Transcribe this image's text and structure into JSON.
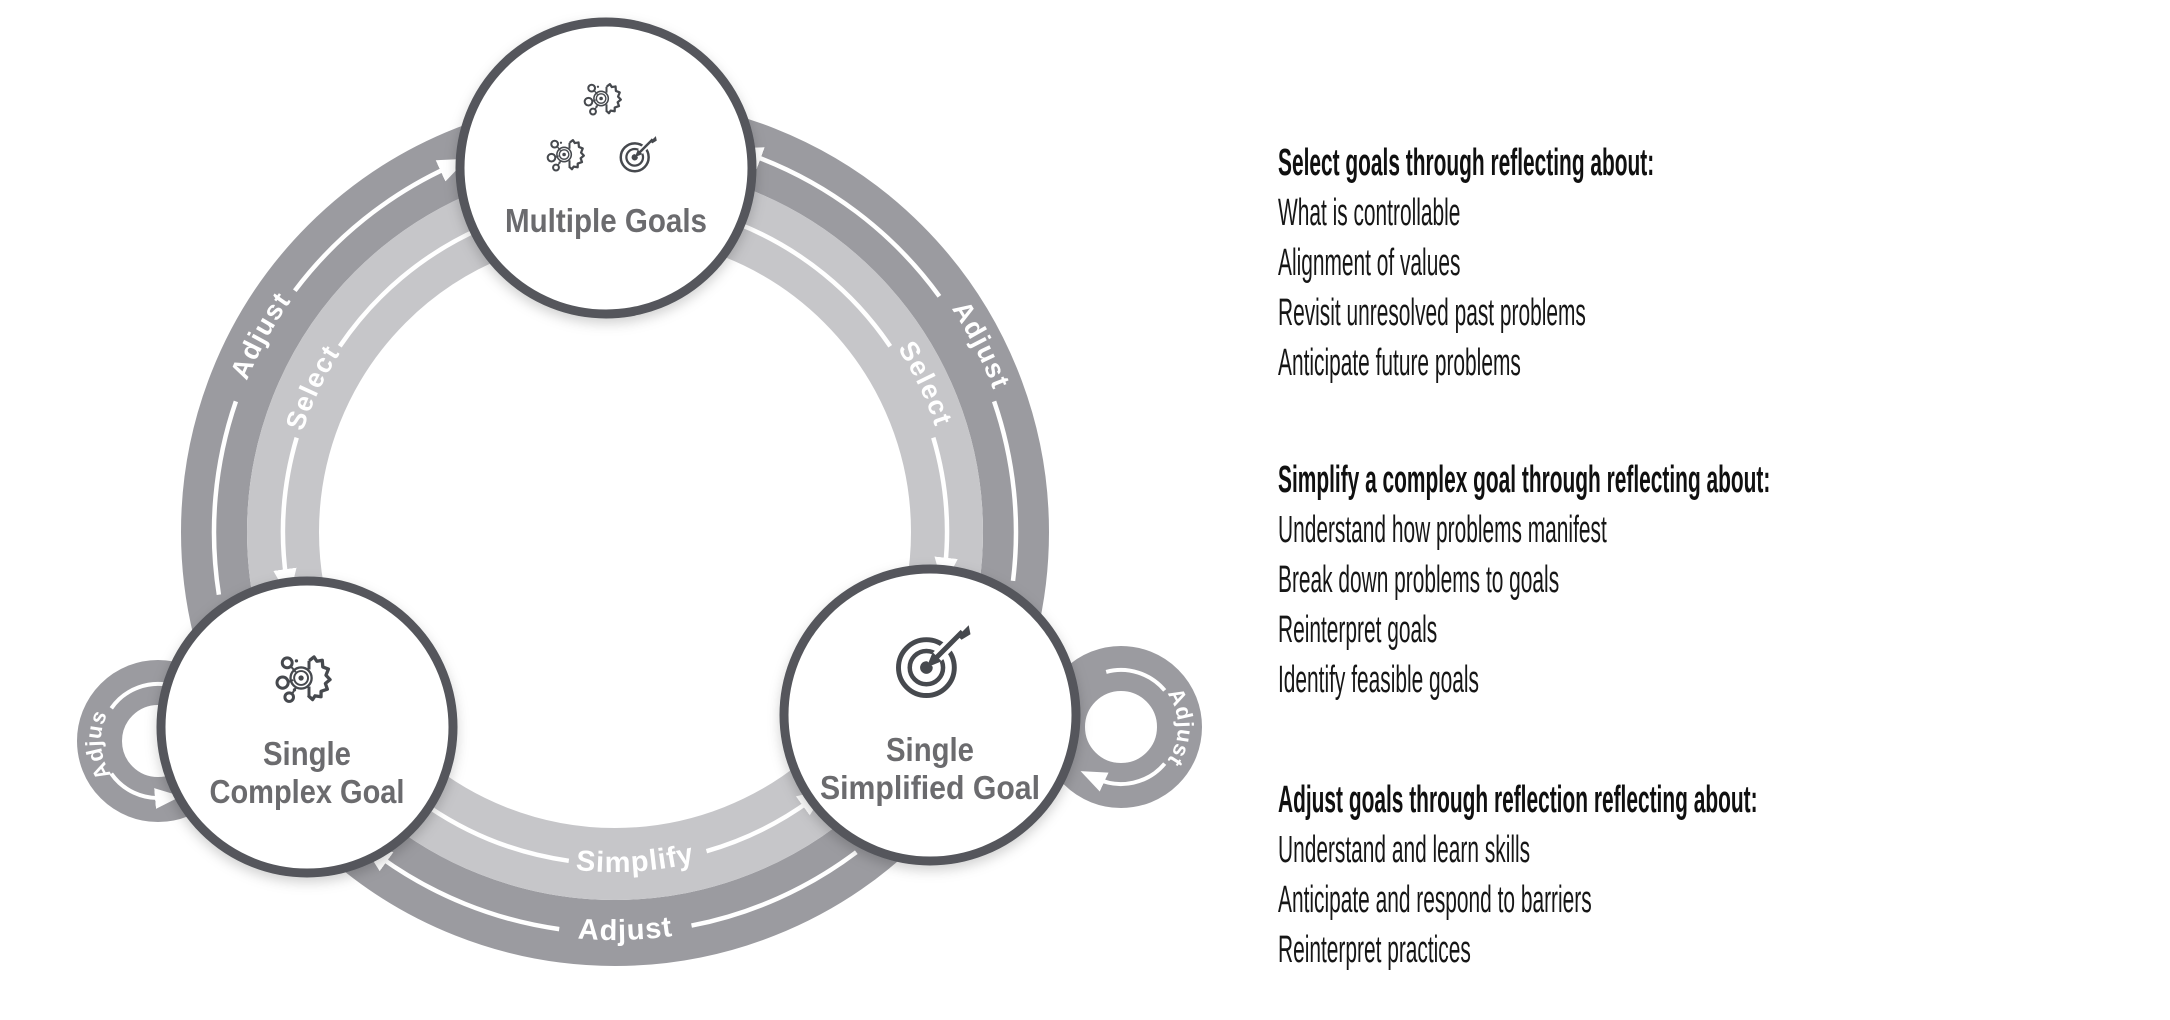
{
  "diagram": {
    "nodes": {
      "top": {
        "label": "Multiple Goals"
      },
      "left": {
        "label_line1": "Single",
        "label_line2": "Complex Goal"
      },
      "right": {
        "label_line1": "Single",
        "label_line2": "Simplified Goal"
      }
    },
    "ring_labels": {
      "left_outer": "Adjust",
      "left_inner": "Select",
      "right_outer": "Adjust",
      "right_inner": "Select",
      "bottom_inner": "Simplify",
      "bottom_outer": "Adjust",
      "left_loop": "Adjust",
      "right_loop": "Adjust"
    },
    "colors": {
      "outer_band": "#9b9ba0",
      "inner_band": "#c6c6c9",
      "node_border": "#54575c",
      "node_fill": "#ffffff",
      "node_label": "#6b6b6e",
      "icon": "#46494e",
      "arrow": "#ffffff",
      "panel_text": "#161616"
    }
  },
  "panels": [
    {
      "heading": "Select goals through reflecting about:",
      "items": [
        "What is controllable",
        "Alignment of values",
        "Revisit unresolved past problems",
        "Anticipate future problems"
      ]
    },
    {
      "heading": "Simplify a complex goal through reflecting about:",
      "items": [
        "Understand how problems manifest",
        "Break down problems to goals",
        "Reinterpret goals",
        "Identify feasible goals"
      ]
    },
    {
      "heading": "Adjust goals through reflection reflecting about:",
      "items": [
        "Understand and learn skills",
        "Anticipate and respond to barriers",
        "Reinterpret practices"
      ]
    }
  ]
}
